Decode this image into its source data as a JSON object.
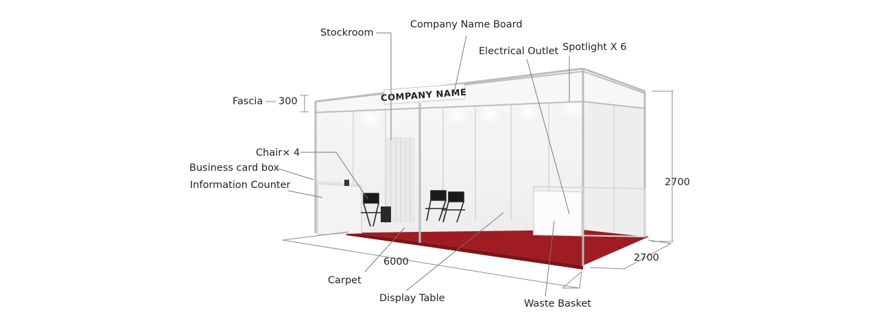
{
  "labels": {
    "company_name_board": "Company Name Board",
    "stockroom": "Stockroom",
    "electrical_outlet": "Electrical Outlet",
    "spotlight": "Spotlight X 6",
    "fascia": "Fascia",
    "chair": "Chair× 4",
    "business_card_box": "Business card box",
    "information_counter": "Information Counter",
    "carpet": "Carpet",
    "display_table": "Display Table",
    "waste_basket": "Waste Basket"
  },
  "dimensions": {
    "fascia_height": "300",
    "wall_height": "2700",
    "width": "6000",
    "depth": "2700"
  },
  "sign_text": "COMPANY NAME",
  "colors": {
    "carpet": "#9e1c22",
    "frame": "#b8bcc0",
    "panel": "#f4f4f4",
    "leader": "#777777"
  }
}
